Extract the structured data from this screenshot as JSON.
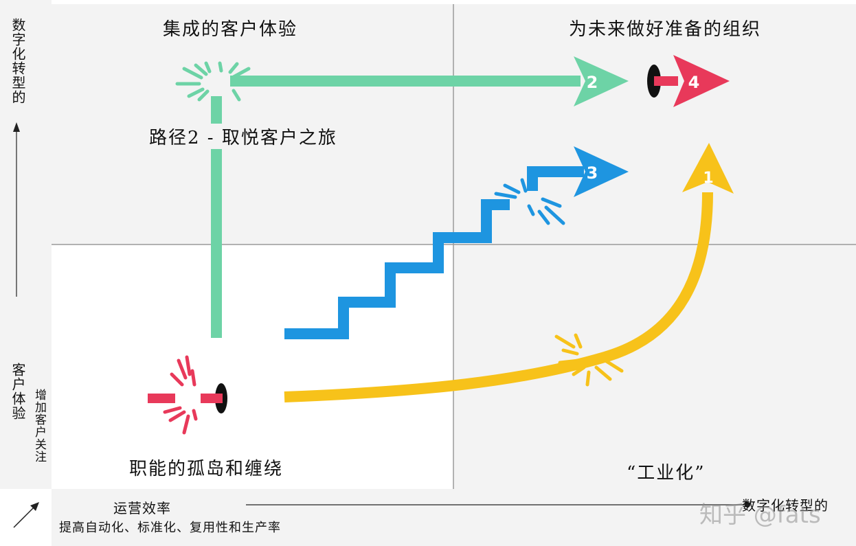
{
  "colors": {
    "green": "#6dd3a6",
    "blue": "#1e95e0",
    "yellow": "#f7c21a",
    "red": "#e8395a",
    "quad_light": "#f3f3f3",
    "quad_white": "#ffffff",
    "grid": "#9a9a9a"
  },
  "quadrants": {
    "top_left": "集成的客户体验",
    "top_right": "为未来做好准备的组织",
    "bottom_left": "职能的孤岛和缠绕",
    "bottom_right": "“工业化”"
  },
  "path2_label": "路径2 - 取悦客户之旅",
  "arrows": [
    {
      "number": "1",
      "color_key": "yellow"
    },
    {
      "number": "2",
      "color_key": "green"
    },
    {
      "number": "3",
      "color_key": "blue"
    },
    {
      "number": "4",
      "color_key": "red"
    }
  ],
  "y_axis": {
    "top_label": "数字化转型的",
    "bottom_label_1": "客户体验",
    "bottom_label_2": "增加客户关注"
  },
  "x_axis": {
    "left_label_1": "运营效率",
    "left_label_2": "提高自动化、标准化、复用性和生产率",
    "right_label": "数字化转型的"
  },
  "watermark": "知乎 @fats"
}
